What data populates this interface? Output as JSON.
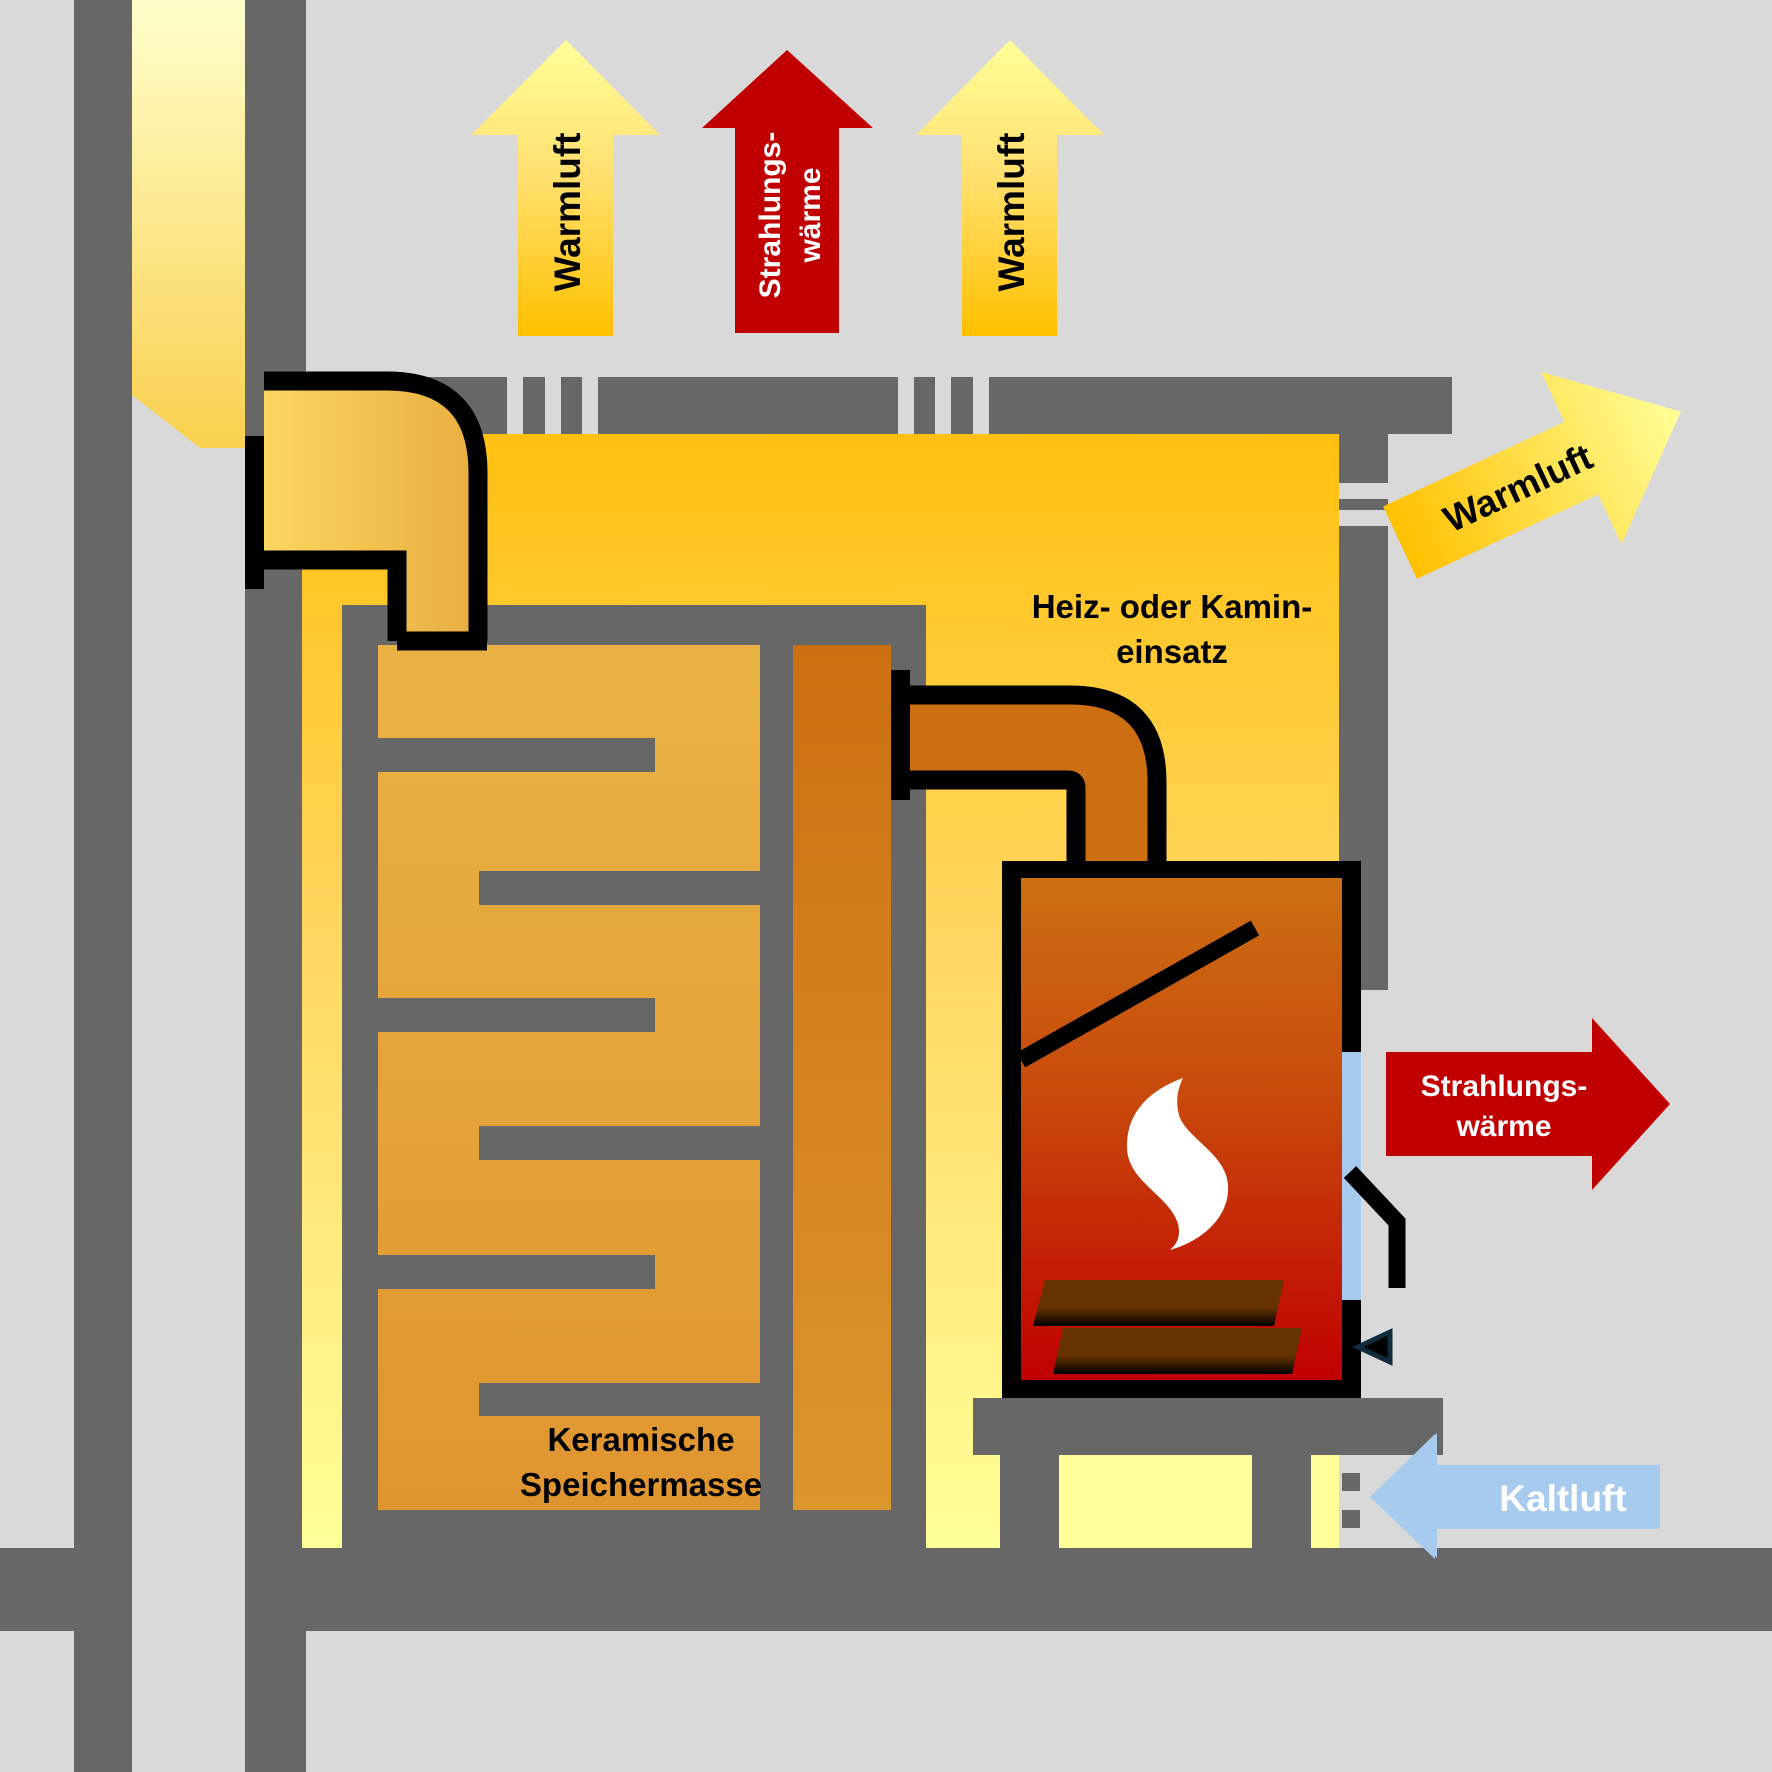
{
  "diagram": {
    "title": "Speicherofen / Kachelofen mit Heizeinsatz",
    "colors": {
      "background": "#d9d9d9",
      "wall": "#676767",
      "warm_air_light": "#ffff99",
      "warm_air_dark": "#ffc000",
      "radiant_heat": "#c00000",
      "cold_air": "#a7cbee",
      "ceramic_mass": "#e9b043",
      "flue_riser": "#cc6f12",
      "firebox_top": "#cc6f12",
      "firebox_bottom": "#c00000",
      "log": "#663300",
      "glass": "#a7cbee",
      "outline": "#000000"
    },
    "labels": {
      "warm_air_top_left": "Warmluft",
      "radiant_heat_top_line1": "Strahlungs-",
      "radiant_heat_top_line2": "wärme",
      "warm_air_top_right": "Warmluft",
      "warm_air_side": "Warmluft",
      "insert_line1": "Heiz- oder Kamin-",
      "insert_line2": "einsatz",
      "radiant_heat_side_line1": "Strahlungs-",
      "radiant_heat_side_line2": "wärme",
      "cold_air": "Kaltluft",
      "storage_line1": "Keramische",
      "storage_line2": "Speichermasse"
    }
  }
}
